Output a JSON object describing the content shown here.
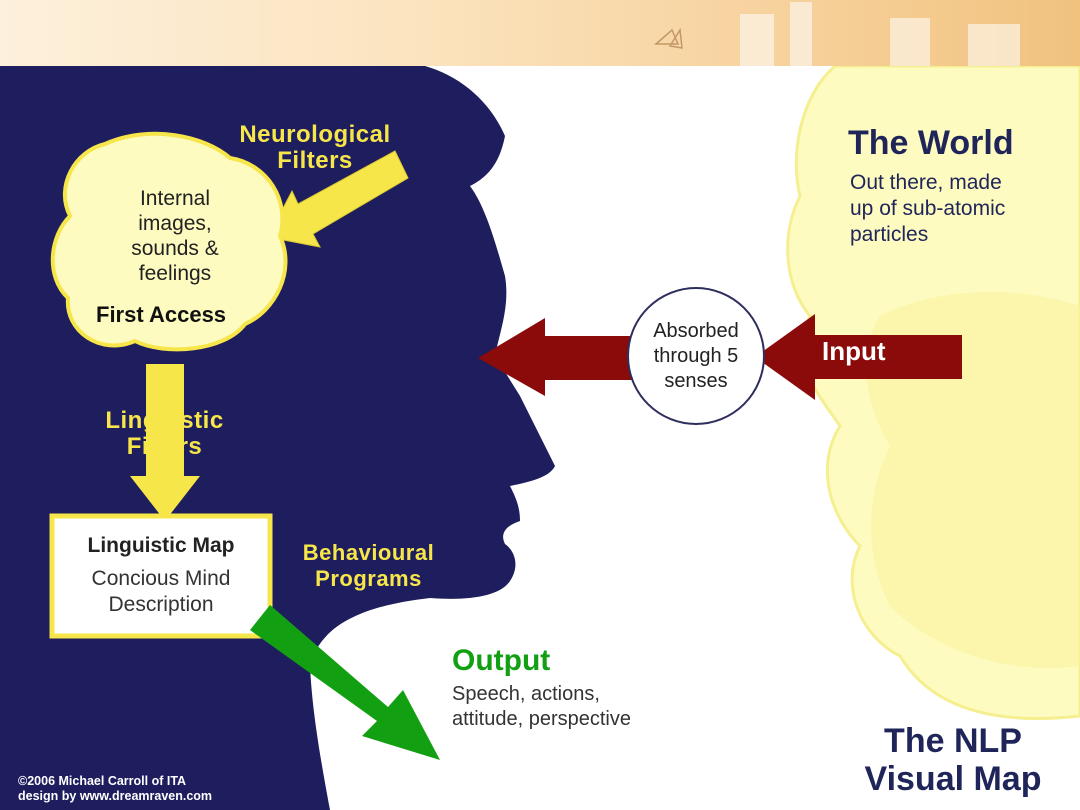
{
  "banner": {
    "icon": "butterfly-icon"
  },
  "world": {
    "title": "The World",
    "lines": [
      "Out there, made",
      "up of sub-atomic",
      "particles"
    ]
  },
  "neurological_filters": [
    "Neurological",
    "Filters"
  ],
  "internal_cloud": {
    "lines": [
      "Internal",
      "images,",
      "sounds &",
      "feelings"
    ],
    "access": "First Access"
  },
  "linguistic_filters": [
    "Linguistic",
    "Filters"
  ],
  "linguistic_map": {
    "title": "Linguistic Map",
    "lines": [
      "Concious Mind",
      "Description"
    ]
  },
  "behavioural_programs": [
    "Behavioural",
    "Programs"
  ],
  "senses": [
    "Absorbed",
    "through 5",
    "senses"
  ],
  "input_label": "Input",
  "output": {
    "title": "Output",
    "lines": [
      "Speech, actions,",
      "attitude, perspective"
    ]
  },
  "credits": [
    "©2006 Michael Carroll of ITA",
    "design by www.dreamraven.com"
  ],
  "map_title": [
    "The NLP",
    "Visual Map"
  ],
  "colors": {
    "head": "#1e1d5e",
    "filter_yellow": "#f7e64a",
    "cloud_fill": "#fdfbc0",
    "input_red": "#8b0a0a",
    "output_green": "#12a012",
    "title_navy": "#1f2559"
  }
}
